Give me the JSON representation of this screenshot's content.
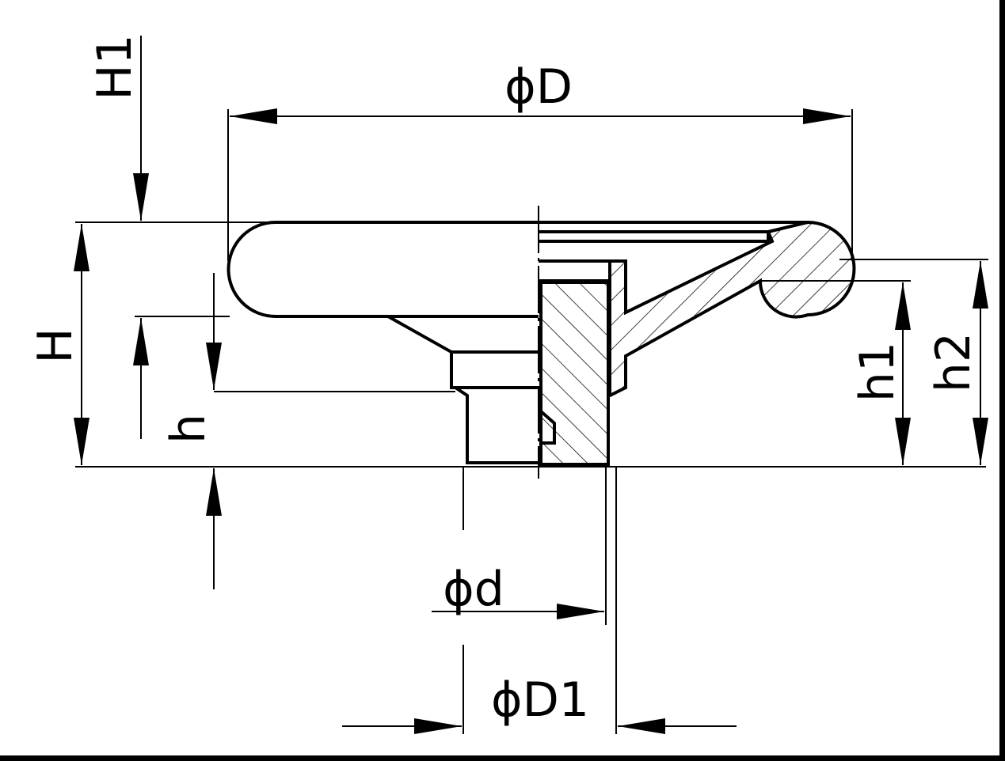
{
  "drawing": {
    "title": "Handwheel dimension drawing",
    "labels": {
      "D": "ϕD",
      "H1": "H1",
      "H": "H",
      "h": "h",
      "h1": "h1",
      "h2": "h2",
      "d": "ϕd",
      "D1": "ϕD1"
    },
    "colors": {
      "line": "#000000",
      "background": "#ffffff"
    }
  }
}
